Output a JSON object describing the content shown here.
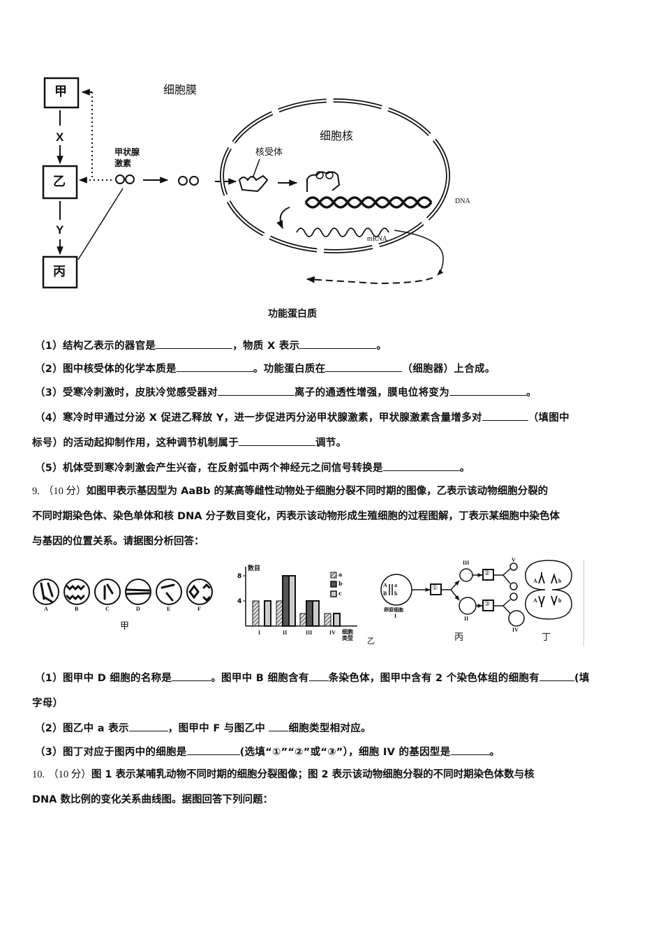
{
  "figure1": {
    "boxes": [
      "甲",
      "乙",
      "丙"
    ],
    "arrow_labels": [
      "X",
      "Y"
    ],
    "labels": {
      "cell_membrane": "细胞膜",
      "nucleus": "细胞核",
      "hormone": "甲状腺激素",
      "hormone_line1": "甲状腺",
      "hormone_line2": "激素",
      "receptor": "核受体",
      "dna": "DNA",
      "mrna": "mRNA",
      "protein": "功能蛋白质"
    }
  },
  "q8": {
    "items": [
      {
        "parts": [
          "（1）结构乙表示的器官是",
          "，物质 X 表示",
          "。"
        ]
      },
      {
        "parts": [
          "（2）图中核受体的化学本质是",
          "。功能蛋白质在",
          "（细胞器）上合成。"
        ]
      },
      {
        "parts": [
          "（3）受寒冷刺激时，皮肤冷觉感受器对",
          "离子的通透性增强，膜电位将变为",
          "。"
        ]
      },
      {
        "parts": [
          "（4）寒冷时甲通过分泌 X 促进乙释放 Y，进一步促进丙分泌甲状腺激素，甲状腺激素含量增多对",
          "（填图中"
        ]
      },
      {
        "parts": [
          "标号）的活动起抑制作用，这种调节机制属于",
          "调节。"
        ]
      },
      {
        "parts": [
          "（5）机体受到寒冷刺激会产生兴奋，在反射弧中两个神经元之间信号转换是",
          "。"
        ]
      }
    ]
  },
  "q9": {
    "number": "9.",
    "score": "（10 分）",
    "text_lines": [
      "如图甲表示基因型为 AaBb 的某高等雌性动物处于细胞分裂不同时期的图像，乙表示该动物细胞分裂的",
      "不同时期染色体、染色单体和核 DNA 分子数目变化，丙表示该动物形成生殖细胞的过程图解，丁表示某细胞中染色体",
      "与基因的位置关系。请据图分析回答："
    ],
    "fig_jia": {
      "caption": "甲",
      "cells": [
        "A",
        "B",
        "C",
        "D",
        "E",
        "F"
      ]
    },
    "fig_yi": {
      "caption": "乙"
    },
    "fig_bing": {
      "caption": "丙",
      "start_cell_label": "卵原细胞",
      "roman": [
        "I",
        "II",
        "III",
        "IV",
        "V"
      ],
      "steps": [
        "①",
        "②",
        "③"
      ],
      "genes": [
        "A",
        "a",
        "B",
        "b"
      ]
    },
    "fig_ding": {
      "caption": "丁",
      "genes": [
        "A",
        "b",
        "A",
        "b"
      ]
    },
    "sub": [
      {
        "parts": [
          "（1）图甲中 D 细胞的名称是",
          "。图甲中 B 细胞含有",
          "条染色体，图甲中含有 2 个染色体组的细胞有",
          "(填"
        ]
      },
      {
        "parts": [
          "字母）"
        ]
      },
      {
        "parts": [
          "（2）图乙中 a 表示",
          "，图甲中 F 与图乙中 ",
          "细胞类型相对应。"
        ]
      },
      {
        "parts": [
          "（3）图丁对应于图丙中的细胞是",
          "(选填“①”“②”或“③”），细胞 IV 的基因型是",
          "。"
        ]
      }
    ]
  },
  "q10": {
    "number": "10.",
    "score": "（10 分）",
    "text_lines": [
      "图 1 表示某哺乳动物不同时期的细胞分裂图像；图 2 表示该动物细胞分裂的不同时期染色体数与核",
      "DNA 数比例的变化关系曲线图。据图回答下列问题："
    ]
  },
  "chart_data": {
    "type": "bar",
    "title": "",
    "ylabel": "数目",
    "xlabel": "细胞类型",
    "categories": [
      "I",
      "II",
      "III",
      "IV"
    ],
    "series": [
      {
        "name": "a",
        "values": [
          4,
          4,
          2,
          2
        ]
      },
      {
        "name": "b",
        "values": [
          0,
          8,
          4,
          0
        ]
      },
      {
        "name": "c",
        "values": [
          4,
          8,
          4,
          2
        ]
      }
    ],
    "yticks": [
      4,
      8
    ],
    "ylim": [
      0,
      9
    ],
    "legend_position": "upper right"
  }
}
